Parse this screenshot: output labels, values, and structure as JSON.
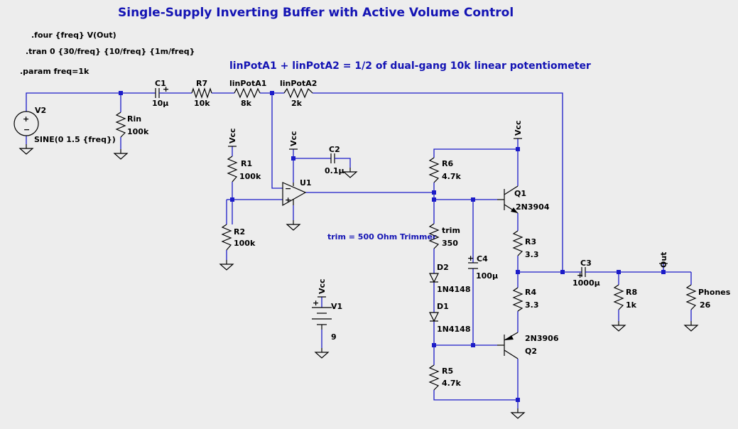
{
  "title": "Single-Supply Inverting Buffer with Active Volume Control",
  "pot_note": "linPotA1 + linPotA2 = 1/2 of dual-gang 10k linear potentiometer",
  "trim_note": "trim = 500 Ohm Trimmer",
  "directives": {
    "four": ".four {freq} V(Out)",
    "tran": ".tran 0 {30/freq} {10/freq} {1m/freq}",
    "param": ".param freq=1k"
  },
  "components": {
    "V2": {
      "name": "V2",
      "value": "SINE(0 1.5 {freq})"
    },
    "C1": {
      "name": "C1",
      "value": "10µ"
    },
    "R7": {
      "name": "R7",
      "value": "10k"
    },
    "linPotA1": {
      "name": "linPotA1",
      "value": "8k"
    },
    "linPotA2": {
      "name": "linPotA2",
      "value": "2k"
    },
    "Rin": {
      "name": "Rin",
      "value": "100k"
    },
    "R1": {
      "name": "R1",
      "value": "100k"
    },
    "R2": {
      "name": "R2",
      "value": "100k"
    },
    "C2": {
      "name": "C2",
      "value": "0.1µ"
    },
    "U1": {
      "name": "U1"
    },
    "R6": {
      "name": "R6",
      "value": "4.7k"
    },
    "trim": {
      "name": "trim",
      "value": "350"
    },
    "D2": {
      "name": "D2",
      "value": "1N4148"
    },
    "D1": {
      "name": "D1",
      "value": "1N4148"
    },
    "R5": {
      "name": "R5",
      "value": "4.7k"
    },
    "C4": {
      "name": "C4",
      "value": "100µ"
    },
    "Q1": {
      "name": "Q1",
      "value": "2N3904"
    },
    "Q2": {
      "name": "Q2",
      "value": "2N3906"
    },
    "R3": {
      "name": "R3",
      "value": "3.3"
    },
    "R4": {
      "name": "R4",
      "value": "3.3"
    },
    "C3": {
      "name": "C3",
      "value": "1000µ"
    },
    "R8": {
      "name": "R8",
      "value": "1k"
    },
    "Phones": {
      "name": "Phones",
      "value": "26"
    },
    "V1": {
      "name": "V1",
      "value": "9"
    }
  },
  "net_labels": {
    "vcc": "Vcc",
    "out": "Out"
  },
  "colors": {
    "wire": "#1c1cc8",
    "component": "#000000",
    "annotation": "#1414b4",
    "background": "#ededed"
  }
}
